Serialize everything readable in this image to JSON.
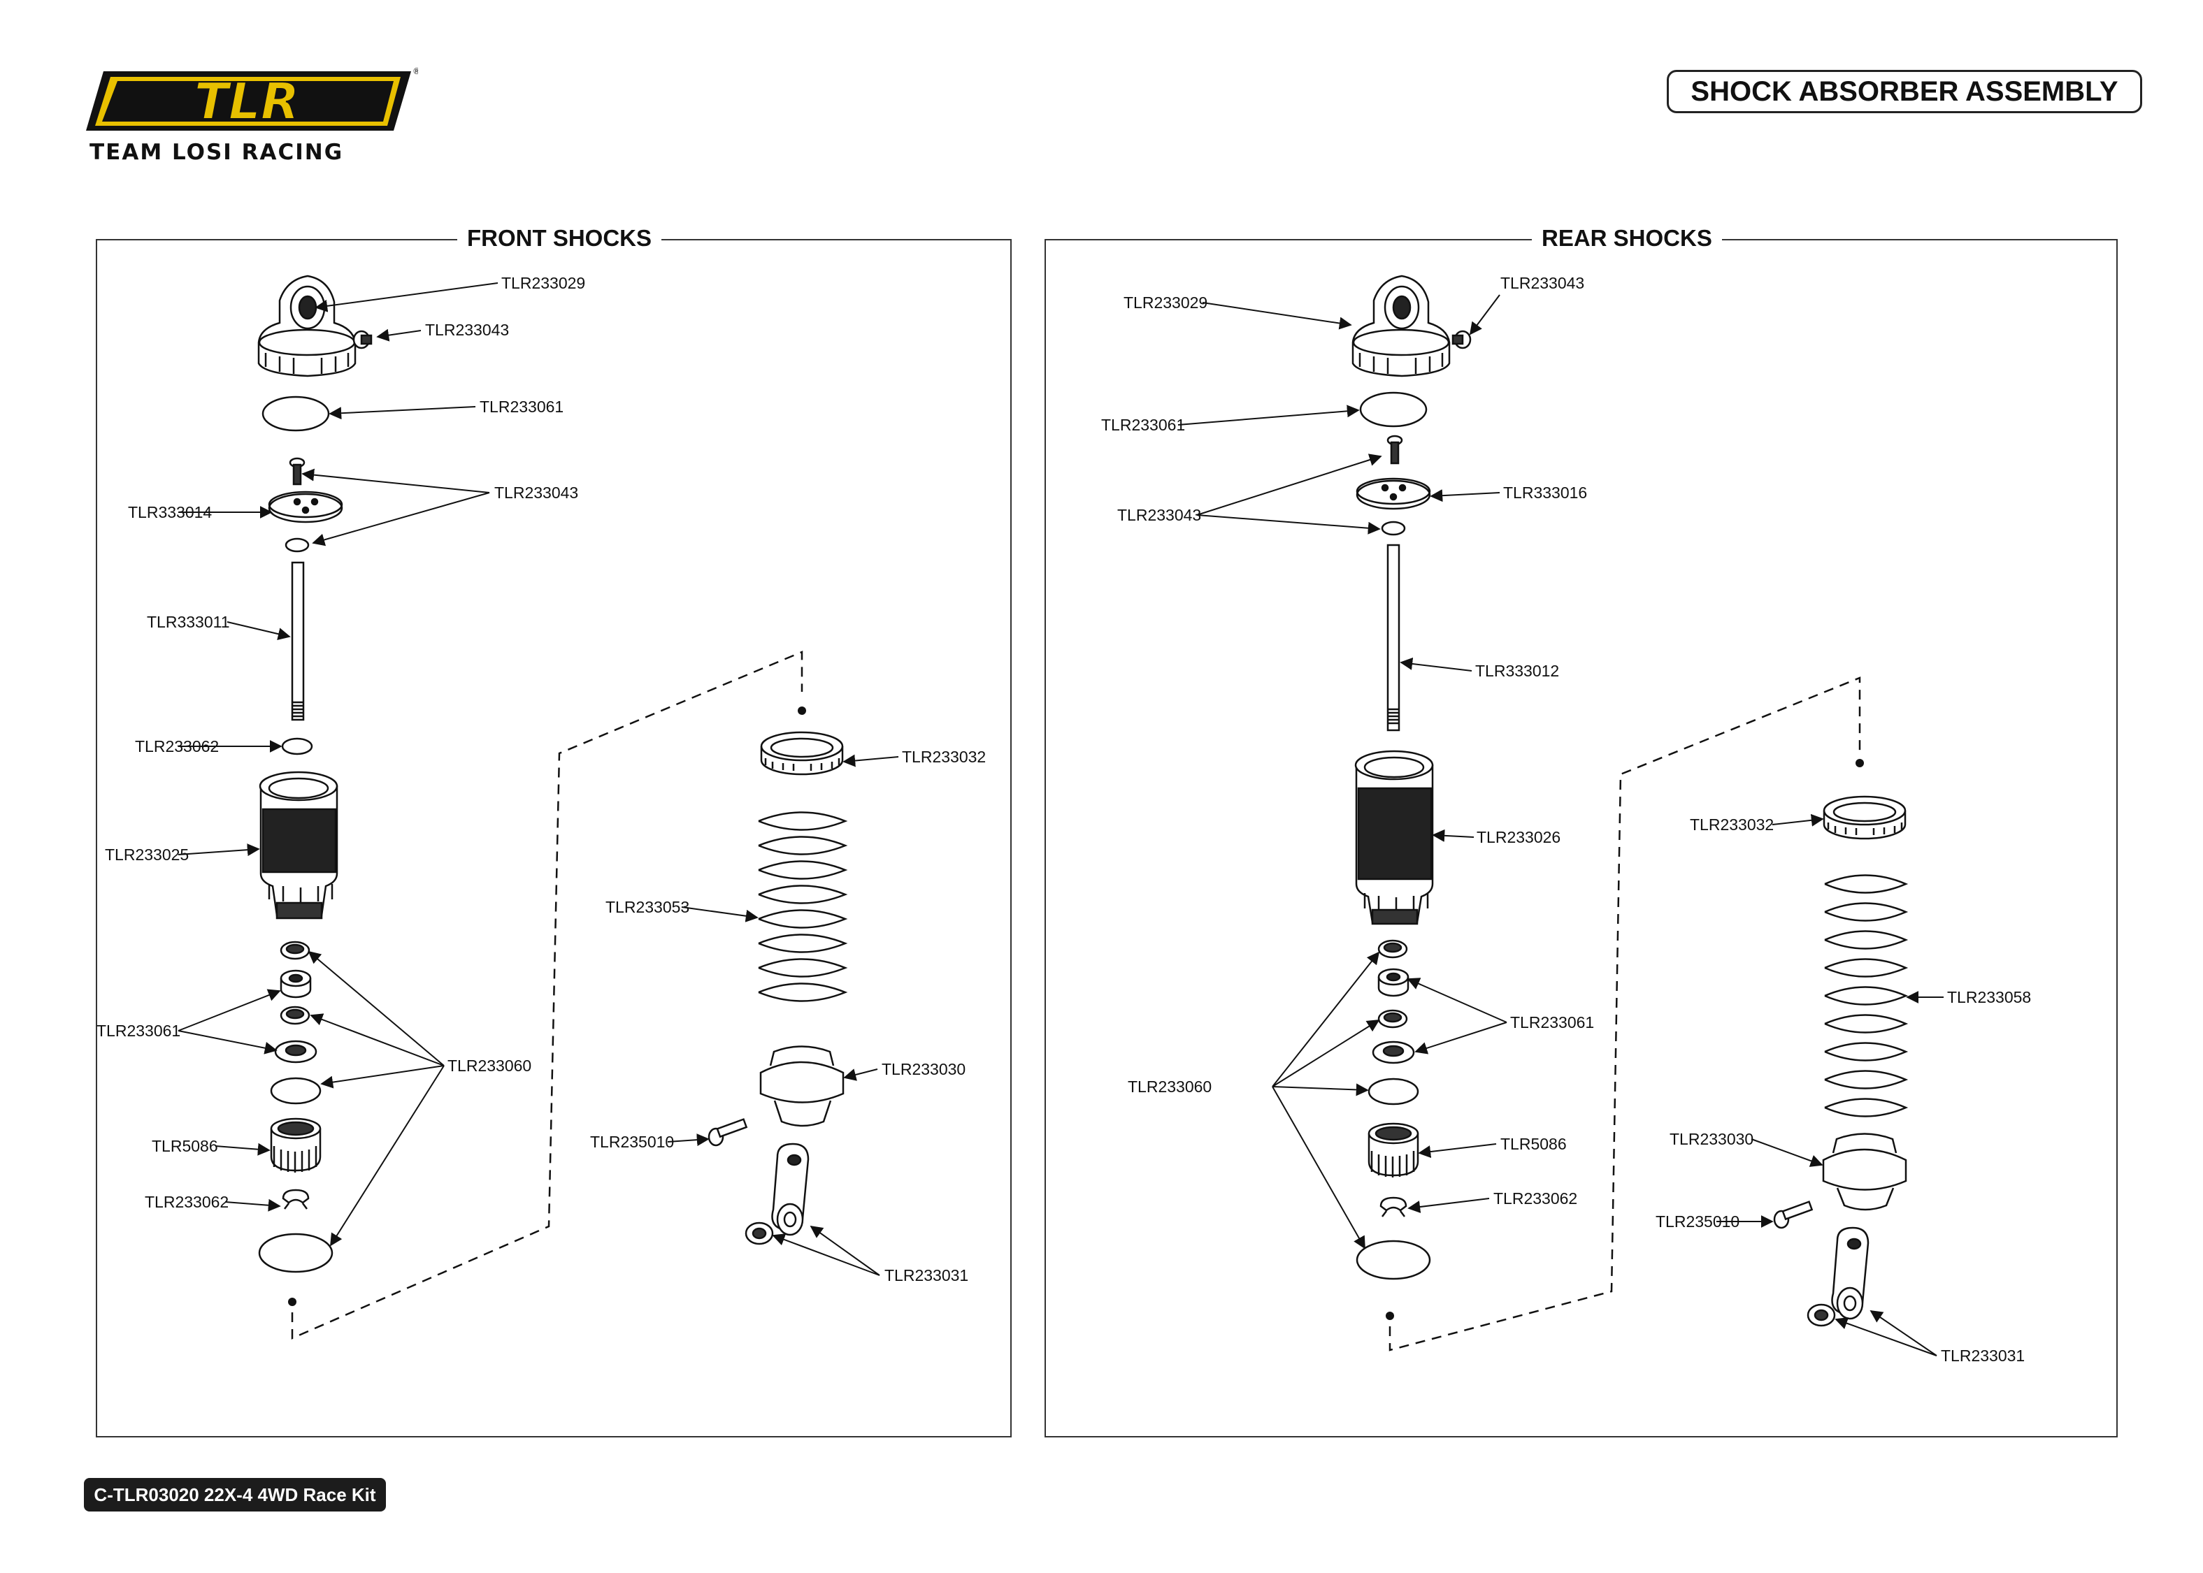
{
  "header": {
    "logo_text": "TLR",
    "logo_subtext": "TEAM LOSI RACING",
    "title": "SHOCK ABSORBER ASSEMBLY"
  },
  "front": {
    "title": "FRONT SHOCKS",
    "labels": {
      "cap": "TLR233029",
      "cap_screw": "TLR233043",
      "cap_oring": "TLR233061",
      "piston_hardware": "TLR233043",
      "piston": "TLR333014",
      "shaft": "TLR333011",
      "bushing": "TLR233062",
      "body": "TLR233025",
      "seals_a": "TLR233061",
      "seals_b": "TLR233060",
      "bottom_cap": "TLR5086",
      "clip": "TLR233062",
      "collar": "TLR233032",
      "spring": "TLR233053",
      "spring_cup": "TLR233030",
      "cup_screw": "TLR235010",
      "rod_end": "TLR233031"
    }
  },
  "rear": {
    "title": "REAR SHOCKS",
    "labels": {
      "cap": "TLR233029",
      "cap_screw": "TLR233043",
      "cap_oring": "TLR233061",
      "piston_hardware": "TLR233043",
      "piston": "TLR333016",
      "shaft": "TLR333012",
      "body": "TLR233026",
      "seals_a": "TLR233061",
      "seals_b": "TLR233060",
      "bottom_cap": "TLR5086",
      "clip": "TLR233062",
      "collar": "TLR233032",
      "spring": "TLR233058",
      "spring_cup": "TLR233030",
      "cup_screw": "TLR235010",
      "rod_end": "TLR233031"
    }
  },
  "footer": {
    "kit_label": "C-TLR03020 22X-4 4WD Race Kit"
  },
  "colors": {
    "logo_yellow": "#e8c000",
    "ink": "#111111",
    "footer_bg": "#1c1c1c"
  }
}
